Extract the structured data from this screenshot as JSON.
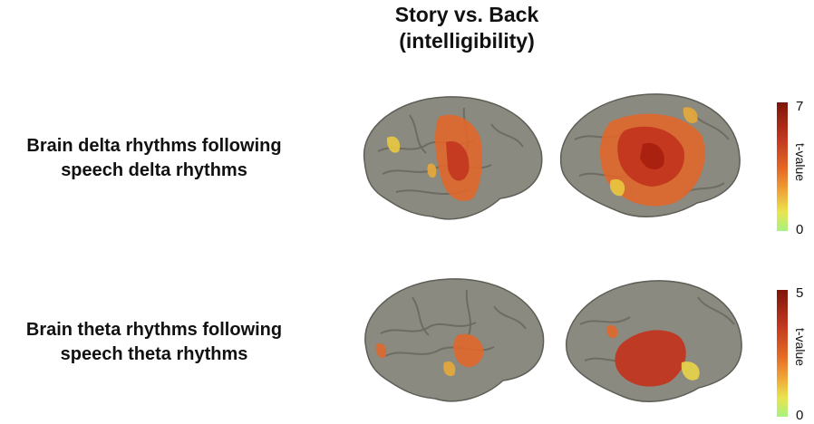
{
  "title": {
    "line1": "Story vs. Back",
    "line2": "(intelligibility)"
  },
  "rows": [
    {
      "label_line1": "Brain delta rhythms following",
      "label_line2": "speech delta rhythms",
      "colorbar": {
        "max": "7",
        "min": "0",
        "label": "t-value"
      }
    },
    {
      "label_line1": "Brain theta rhythms following",
      "label_line2": "speech theta rhythms",
      "colorbar": {
        "max": "5",
        "min": "0",
        "label": "t-value"
      }
    }
  ],
  "colors": {
    "cortex": "#8b8a80",
    "sulcus": "#66655d",
    "low": "#a7f27f",
    "mid": "#f0a838",
    "high": "#7f1508"
  }
}
